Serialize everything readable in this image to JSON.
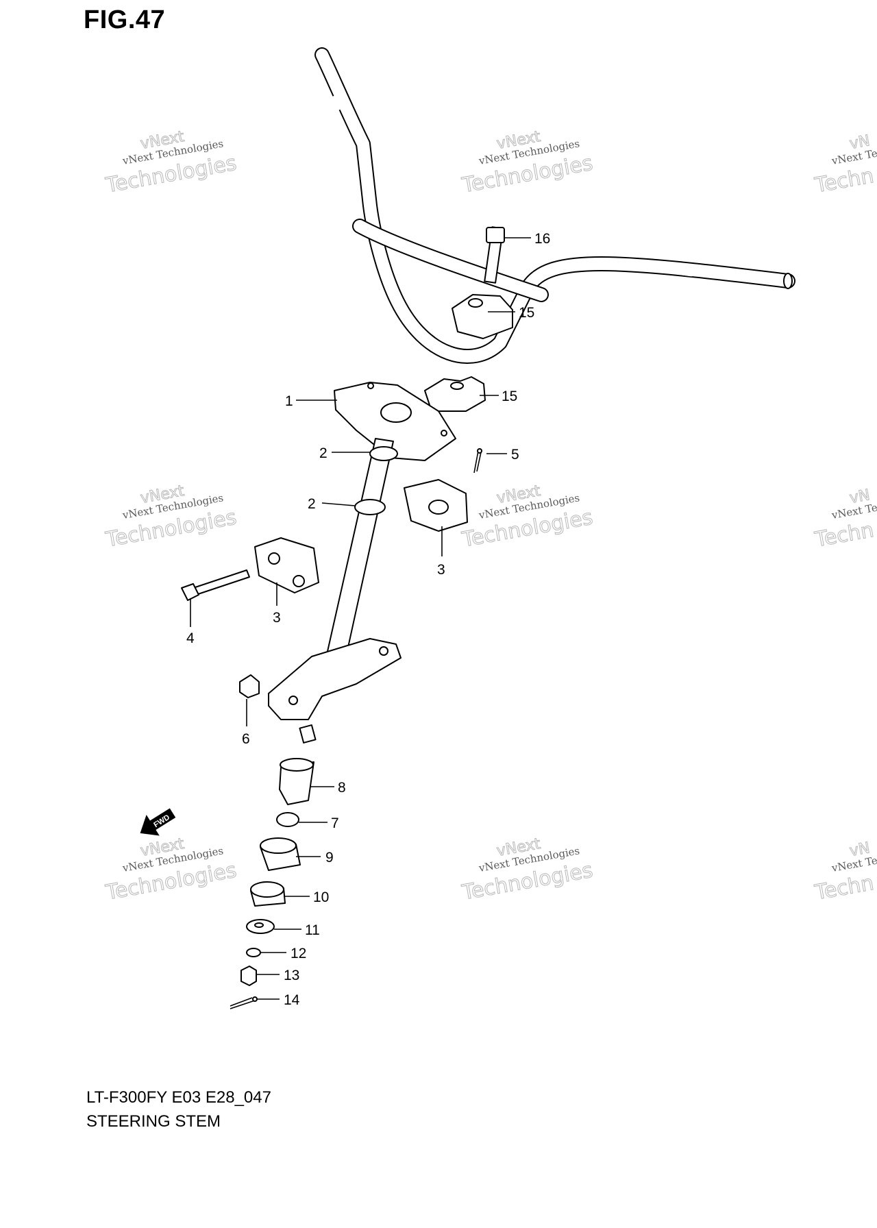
{
  "figure": {
    "title": "FIG.47"
  },
  "caption": {
    "model_code": "LT-F300FY E03 E28_047",
    "section": "STEERING STEM"
  },
  "fwd_label": "FWD",
  "watermark": {
    "line1": "vNext",
    "line2": "vNext Technologies",
    "line3": "Technologies",
    "partial1": "vN",
    "partial2": "vNext Te",
    "partial3": "Techn"
  },
  "callouts": [
    "1",
    "2",
    "2",
    "3",
    "3",
    "4",
    "5",
    "6",
    "7",
    "8",
    "9",
    "10",
    "11",
    "12",
    "13",
    "14",
    "15",
    "15",
    "16"
  ]
}
